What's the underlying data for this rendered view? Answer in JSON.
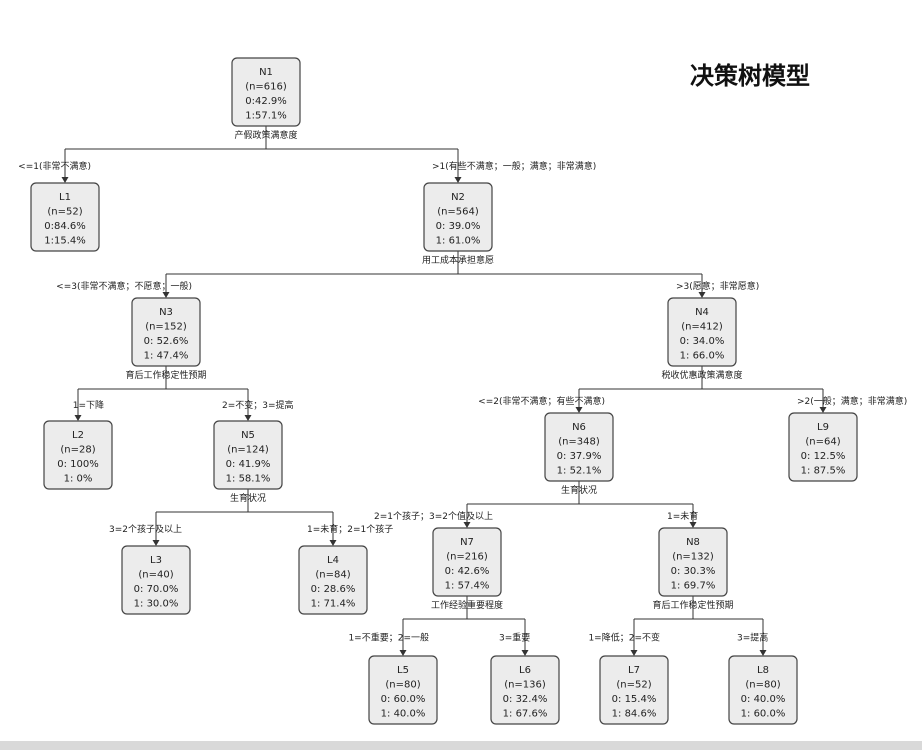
{
  "title": "决策树模型",
  "nodes": [
    {
      "id": "N1",
      "name": "N1",
      "n": "(n=616)",
      "l0": "0:42.9%",
      "l1": "1:57.1%",
      "split": "产假政策满意度"
    },
    {
      "id": "L1",
      "name": "L1",
      "n": "(n=52)",
      "l0": "0:84.6%",
      "l1": "1:15.4%",
      "cond": "<=1(非常不满意)"
    },
    {
      "id": "N2",
      "name": "N2",
      "n": "(n=564)",
      "l0": "0:  39.0%",
      "l1": "1:  61.0%",
      "cond": ">1(有些不满意；一般；满意；非常满意)",
      "split": "用工成本承担意愿"
    },
    {
      "id": "N3",
      "name": "N3",
      "n": "(n=152)",
      "l0": "0:  52.6%",
      "l1": "1:  47.4%",
      "cond": "<=3(非常不满意；不愿意；一般)",
      "split": "育后工作稳定性预期"
    },
    {
      "id": "N4",
      "name": "N4",
      "n": "(n=412)",
      "l0": "0:  34.0%",
      "l1": "1:  66.0%",
      "cond": ">3(愿意；非常愿意)",
      "split": "税收优惠政策满意度"
    },
    {
      "id": "L2",
      "name": "L2",
      "n": "(n=28)",
      "l0": "0:  100%",
      "l1": "1:  0%",
      "cond": "1=下降"
    },
    {
      "id": "N5",
      "name": "N5",
      "n": "(n=124)",
      "l0": "0:  41.9%",
      "l1": "1:  58.1%",
      "cond": "2=不变；3=提高",
      "split": "生育状况"
    },
    {
      "id": "N6",
      "name": "N6",
      "n": "(n=348)",
      "l0": "0:  37.9%",
      "l1": "1:  52.1%",
      "cond": "<=2(非常不满意；有些不满意)",
      "split": "生育状况"
    },
    {
      "id": "L9",
      "name": "L9",
      "n": "(n=64)",
      "l0": "0:  12.5%",
      "l1": "1:  87.5%",
      "cond": ">2(一般；满意；非常满意)"
    },
    {
      "id": "L3",
      "name": "L3",
      "n": "(n=40)",
      "l0": "0:  70.0%",
      "l1": "1:  30.0%",
      "cond": "3=2个孩子及以上"
    },
    {
      "id": "L4",
      "name": "L4",
      "n": "(n=84)",
      "l0": "0:  28.6%",
      "l1": "1:  71.4%",
      "cond": "1=未育；2=1个孩子"
    },
    {
      "id": "N7",
      "name": "N7",
      "n": "(n=216)",
      "l0": "0:  42.6%",
      "l1": "1:  57.4%",
      "cond": "2=1个孩子；3=2个值及以上",
      "split": "工作经验重要程度"
    },
    {
      "id": "N8",
      "name": "N8",
      "n": "(n=132)",
      "l0": "0:  30.3%",
      "l1": "1:  69.7%",
      "cond": "1=未育",
      "split": "育后工作稳定性预期"
    },
    {
      "id": "L5",
      "name": "L5",
      "n": "(n=80)",
      "l0": "0:  60.0%",
      "l1": "1:  40.0%",
      "cond": "1=不重要；2=一般"
    },
    {
      "id": "L6",
      "name": "L6",
      "n": "(n=136)",
      "l0": "0:  32.4%",
      "l1": "1:  67.6%",
      "cond": "3=重要"
    },
    {
      "id": "L7",
      "name": "L7",
      "n": "(n=52)",
      "l0": "0:  15.4%",
      "l1": "1:  84.6%",
      "cond": "1=降低；2=不变"
    },
    {
      "id": "L8",
      "name": "L8",
      "n": "(n=80)",
      "l0": "0:  40.0%",
      "l1": "1:  60.0%",
      "cond": "3=提高"
    }
  ]
}
